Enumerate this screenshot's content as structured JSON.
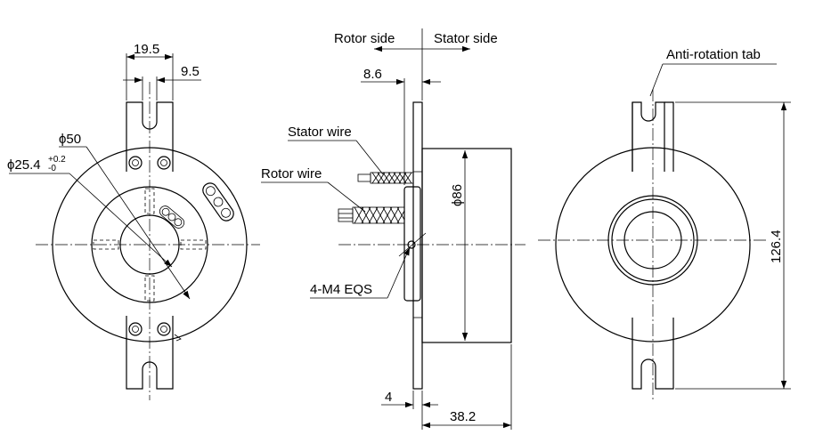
{
  "views": {
    "front": {
      "dims": {
        "tab_width": "19.5",
        "slot_width": "9.5",
        "phi50": "ϕ50",
        "bore": "ϕ25.4",
        "bore_tol_upper": "+0.2",
        "bore_tol_lower": "-0"
      }
    },
    "side": {
      "labels": {
        "rotor_side": "Rotor side",
        "stator_side": "Stator side",
        "stator_wire": "Stator wire",
        "rotor_wire": "Rotor wire",
        "threads": "4-M4  EQS"
      },
      "dims": {
        "flange_offset": "8.6",
        "diameter": "ϕ86",
        "flange_thickness": "4",
        "body_length": "38.2"
      }
    },
    "back": {
      "labels": {
        "anti_rotation_tab": "Anti-rotation tab"
      },
      "dims": {
        "overall_height": "126.4"
      }
    }
  }
}
